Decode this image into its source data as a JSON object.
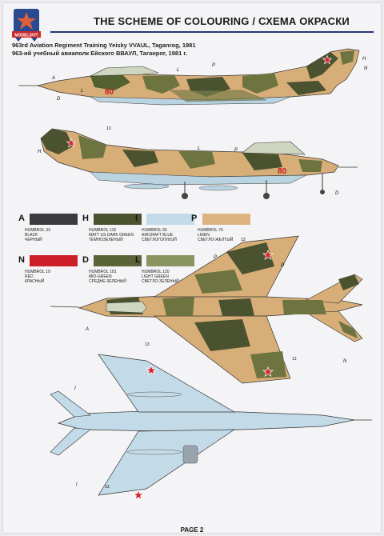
{
  "header": {
    "title": "THE SCHEME OF COLOURING / СХЕМА ОКРАСКИ",
    "subtitle_en": "963rd Aviation Regiment Training Yeisky VVAUL, Taganrog, 1981",
    "subtitle_ru": "963-ий учебный авиаполк Ейского ВВАУЛ, Таганрог, 1981 г.",
    "logo_text": "MODELSVIT"
  },
  "aircraft": {
    "side_number": "80",
    "decal_label": "13"
  },
  "callouts": [
    "A",
    "H",
    "I",
    "D",
    "P",
    "L",
    "N",
    "13"
  ],
  "legend": [
    {
      "letter": "A",
      "name": "HUMBROL 33",
      "desc_en": "BLACK",
      "desc_ru": "ЧЕРНЫЙ",
      "color": "#3b3b3d"
    },
    {
      "letter": "H",
      "name": "HUMBROL 116",
      "desc_en": "MATT US DARK GREEN",
      "desc_ru": "ТЕМНОЗЕЛЕНЫЙ",
      "color": "#4a5230"
    },
    {
      "letter": "I",
      "name": "HUMBROL 65",
      "desc_en": "AIRCRAFT BLUE",
      "desc_ru": "СВЕТЛОГОЛУБОЙ",
      "color": "#c3dbe8"
    },
    {
      "letter": "P",
      "name": "HUMBROL 74",
      "desc_en": "LINEN",
      "desc_ru": "СВЕТЛО-ЖЕЛТЫЙ",
      "color": "#ddb382"
    },
    {
      "letter": "N",
      "name": "HUMBROL 19",
      "desc_en": "RED",
      "desc_ru": "КРАСНЫЙ",
      "color": "#cc1f28"
    },
    {
      "letter": "D",
      "name": "HUMBROL 181",
      "desc_en": "MID-GREEN",
      "desc_ru": "СРЕДНЕ-ЗЕЛЕНЫЙ",
      "color": "#5b6338"
    },
    {
      "letter": "L",
      "name": "HUMBROL 120",
      "desc_en": "LIGHT GREEN",
      "desc_ru": "СВЕТЛО-ЗЕЛЕНЫЙ",
      "color": "#8a9460"
    }
  ],
  "footer": {
    "page_label": "PAGE 2"
  }
}
